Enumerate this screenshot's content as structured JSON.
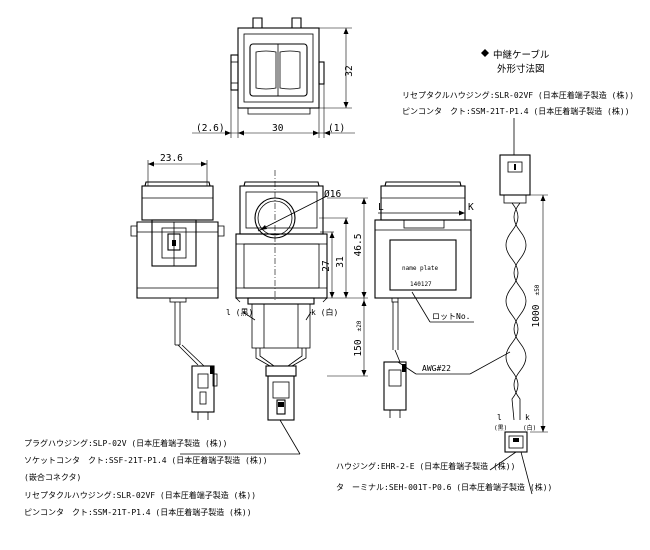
{
  "dimensions": {
    "height_top": "32",
    "left_gap": "(2.6)",
    "width": "30",
    "right_gap": "(1)",
    "depth": "23.6",
    "hole_dia": "Ø16",
    "dim_46_5": "46.5",
    "dim_31": "31",
    "dim_27": "27",
    "lead_150": "150",
    "lead_150_tol": "±20",
    "cable_1000": "1000",
    "cable_1000_tol": "±50"
  },
  "labels": {
    "k_label": "K",
    "l_label": "L",
    "l_black": "l (黒)",
    "k_white": "k (白)",
    "name_plate": "name plate",
    "plate_code": "140127",
    "lot_no": "ロットNo.",
    "awg": "AWG#22",
    "cable_l": "l",
    "cable_l_color": "(黒)",
    "cable_k": "k",
    "cable_k_color": "(白)"
  },
  "relay_cable": {
    "title_1": "中継ケーブル",
    "title_2": "外形寸法図",
    "receptacle": "リセプタクルハウジング:SLR-02VF (日本圧着端子製造 (株))",
    "pin_contact": "ピンコンタ　クト:SSM-21T-P1.4 (日本圧着端子製造 (株))"
  },
  "bottom_left_notes": [
    "プラグハウジング:SLP-02V (日本圧着端子製造 (株))",
    "ソケットコンタ　クト:SSF-21T-P1.4 (日本圧着端子製造 (株))",
    "(嵌合コネクタ)",
    "リセプタクルハウジング:SLR-02VF (日本圧着端子製造 (株))",
    "ピンコンタ　クト:SSM-21T-P1.4 (日本圧着端子製造 (株))"
  ],
  "bottom_right_notes": [
    "ハウジング:EHR-2-E (日本圧着端子製造 (株))",
    "タ　ーミナル:SEH-001T-P0.6 (日本圧着端子製造 (株))"
  ]
}
